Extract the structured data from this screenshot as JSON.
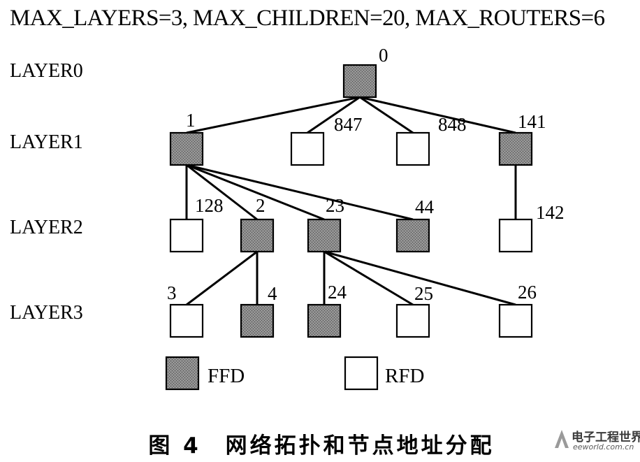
{
  "header": {
    "params": "MAX_LAYERS=3, MAX_CHILDREN=20, MAX_ROUTERS=6"
  },
  "layers": [
    "LAYER0",
    "LAYER1",
    "LAYER2",
    "LAYER3"
  ],
  "nodes": [
    {
      "id": "0",
      "type": "FFD",
      "layer": 0
    },
    {
      "id": "1",
      "type": "FFD",
      "layer": 1
    },
    {
      "id": "847",
      "type": "RFD",
      "layer": 1
    },
    {
      "id": "848",
      "type": "RFD",
      "layer": 1
    },
    {
      "id": "141",
      "type": "FFD",
      "layer": 1
    },
    {
      "id": "128",
      "type": "RFD",
      "layer": 2
    },
    {
      "id": "2",
      "type": "FFD",
      "layer": 2
    },
    {
      "id": "23",
      "type": "FFD",
      "layer": 2
    },
    {
      "id": "44",
      "type": "FFD",
      "layer": 2
    },
    {
      "id": "142",
      "type": "RFD",
      "layer": 2
    },
    {
      "id": "3",
      "type": "RFD",
      "layer": 3
    },
    {
      "id": "4",
      "type": "FFD",
      "layer": 3
    },
    {
      "id": "24",
      "type": "FFD",
      "layer": 3
    },
    {
      "id": "25",
      "type": "RFD",
      "layer": 3
    },
    {
      "id": "26",
      "type": "RFD",
      "layer": 3
    }
  ],
  "edges": [
    [
      "0",
      "1"
    ],
    [
      "0",
      "847"
    ],
    [
      "0",
      "848"
    ],
    [
      "0",
      "141"
    ],
    [
      "1",
      "128"
    ],
    [
      "1",
      "2"
    ],
    [
      "1",
      "23"
    ],
    [
      "1",
      "44"
    ],
    [
      "141",
      "142"
    ],
    [
      "2",
      "3"
    ],
    [
      "2",
      "4"
    ],
    [
      "23",
      "24"
    ],
    [
      "23",
      "25"
    ],
    [
      "23",
      "26"
    ]
  ],
  "legend": [
    {
      "type": "FFD",
      "label": "FFD"
    },
    {
      "type": "RFD",
      "label": "RFD"
    }
  ],
  "colors": {
    "ffd_fill": "#808080",
    "rfd_fill": "#ffffff",
    "stroke": "#000000"
  },
  "caption": "图 4　网络拓扑和节点地址分配",
  "watermark": {
    "brand_cn": "电子工程世界",
    "brand_en": "eeworld.com.cn",
    "sub": ""
  }
}
